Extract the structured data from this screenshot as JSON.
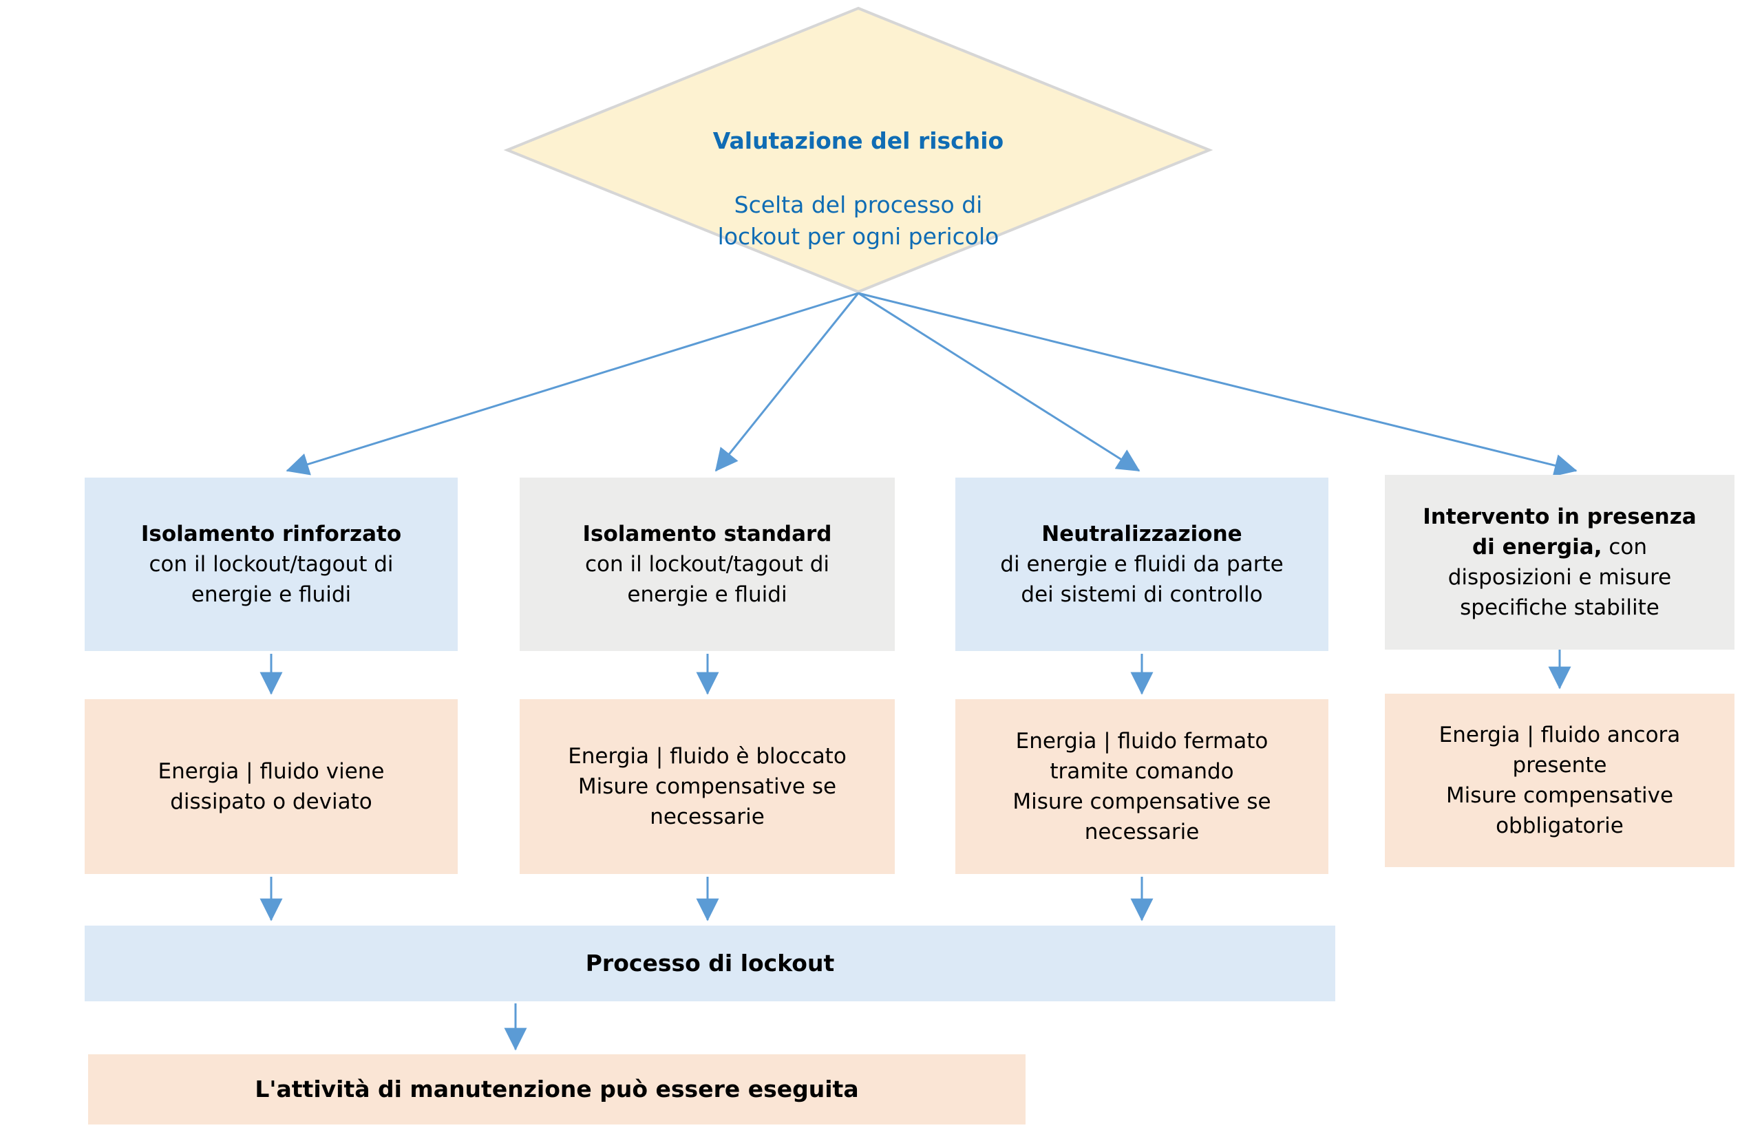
{
  "colors": {
    "decision_fill": "#FDF2D1",
    "decision_border": "#D6D6D6",
    "decision_text_blue": "#0F6CB4",
    "option_blue_fill": "#DCE9F6",
    "option_gray_fill": "#ECECEB",
    "state_peach_fill": "#FAE5D5",
    "arrow_blue": "#5B9BD5",
    "body_text": "#000000"
  },
  "decision": {
    "title": "Valutazione del rischio",
    "subtitle": "Scelta del processo di\nlockout per ogni pericolo"
  },
  "options": [
    {
      "title": "Isolamento rinforzato",
      "body": "\ncon il lockout/tagout di\nenergie e fluidi"
    },
    {
      "title": "Isolamento standard",
      "body": "\ncon il lockout/tagout di\nenergie e fluidi"
    },
    {
      "title": "Neutralizzazione",
      "body": "\ndi energie e fluidi da parte\ndei sistemi di controllo"
    },
    {
      "title": "Intervento in presenza\ndi energia,",
      "body": " con\ndisposizioni e misure\nspecifiche stabilite"
    }
  ],
  "states": [
    {
      "text": "Energia | fluido viene\ndissipato o deviato"
    },
    {
      "text": "Energia | fluido è bloccato\nMisure compensative se\nnecessarie"
    },
    {
      "text": "Energia | fluido fermato\ntramite comando\nMisure compensative se\nnecessarie"
    },
    {
      "text": "Energia | fluido ancora\npresente\nMisure compensative\nobbligatorie"
    }
  ],
  "process_bar": {
    "label": "Processo di lockout"
  },
  "final_box": {
    "label": "L'attività di manutenzione può essere eseguita"
  }
}
